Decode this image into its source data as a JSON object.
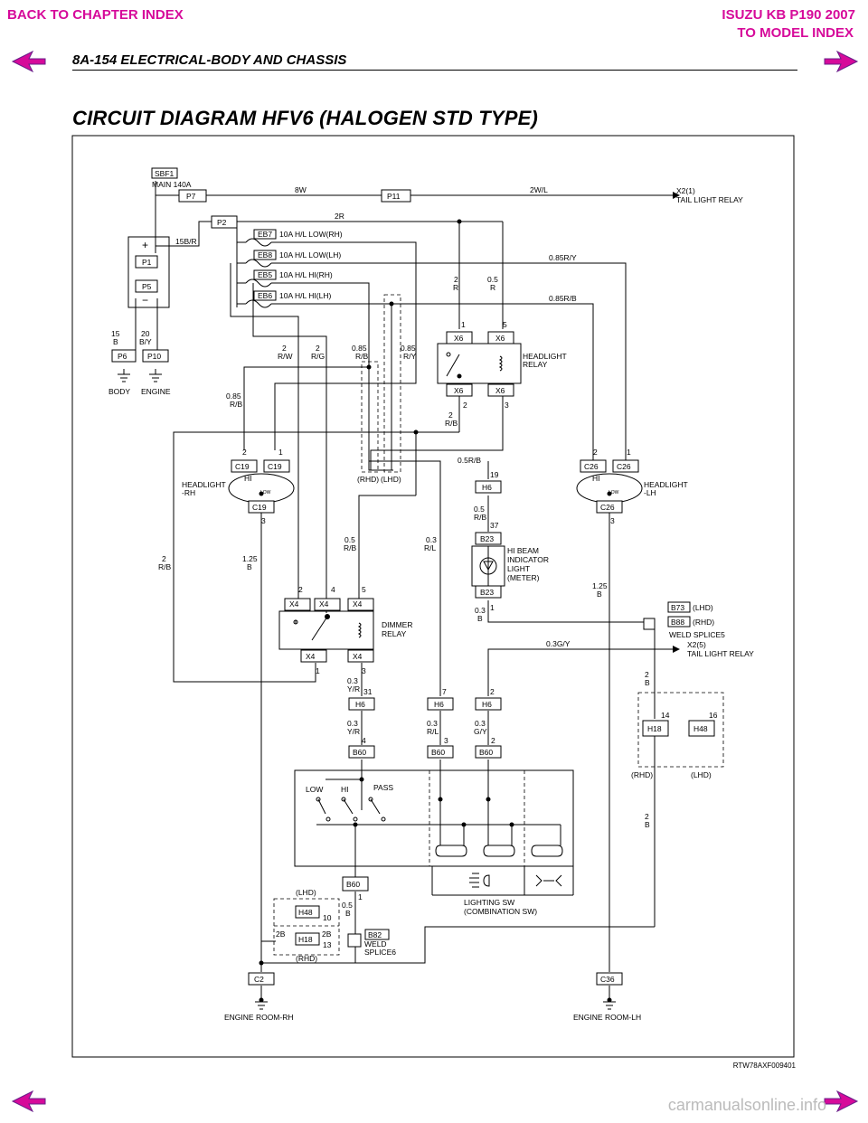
{
  "nav": {
    "back_label": "BACK TO CHAPTER INDEX",
    "model_title": "ISUZU KB P190 2007",
    "model_label": "TO MODEL INDEX",
    "arrow_color": "#d60a9a"
  },
  "header": {
    "page_title": "8A-154  ELECTRICAL-BODY AND CHASSIS"
  },
  "diagram": {
    "title": "CIRCUIT DIAGRAM HFV6 (HALOGEN STD TYPE)",
    "figure_id": "RTW78AXF009401",
    "labels": {
      "sbf1": "SBF1",
      "main140a": "MAIN 140A",
      "p7": "P7",
      "w8": "8W",
      "p11": "P11",
      "w2wl": "2W/L",
      "x2_1": "X2(1)",
      "tail_relay_1": "TAIL LIGHT RELAY",
      "p2": "P2",
      "r2": "2R",
      "b15r": "15B/R",
      "eb7": "EB7",
      "eb7_t": "10A H/L LOW(RH)",
      "eb8": "EB8",
      "eb8_t": "10A H/L LOW(LH)",
      "eb5": "EB5",
      "eb5_t": "10A H/L HI(RH)",
      "eb6": "EB6",
      "eb6_t": "10A H/L HI(LH)",
      "plus": "+",
      "minus": "−",
      "p1": "P1",
      "p5": "P5",
      "w085ry": "0.85R/Y",
      "w085rb": "0.85R/B",
      "n15": "15",
      "cB": "B",
      "n20": "20",
      "cBY": "B/Y",
      "p6": "P6",
      "p10": "P10",
      "body": "BODY",
      "engine": "ENGINE",
      "n2": "2",
      "cRW": "R/W",
      "cRG": "R/G",
      "n085": "0.85",
      "cRB": "R/B",
      "cRY": "R/Y",
      "cR": "R",
      "n05": "0.5",
      "n1": "1",
      "n5": "5",
      "x6": "X6",
      "headlight_relay_1": "HEADLIGHT",
      "headlight_relay_2": "RELAY",
      "n3": "3",
      "w05rb": "0.5R/B",
      "rhd": "(RHD)",
      "lhd": "(LHD)",
      "c19": "C19",
      "c26": "C26",
      "hi": "HI",
      "low_small": "LOW",
      "hl_rh_1": "HEADLIGHT",
      "hl_rh_2": "-RH",
      "hl_lh_1": "HEADLIGHT",
      "hl_lh_2": "-LH",
      "n19": "19",
      "h6": "H6",
      "n37": "37",
      "b23": "B23",
      "hibeam_1": "HI BEAM",
      "hibeam_2": "INDICATOR",
      "hibeam_3": "LIGHT",
      "hibeam_4": "(METER)",
      "n03": "0.3",
      "cRL": "R/L",
      "n125": "1.25",
      "n4": "4",
      "x4": "X4",
      "dimmer_1": "DIMMER",
      "dimmer_2": "RELAY",
      "b73": "B73",
      "b88": "B88",
      "weld5": "WELD SPLICE5",
      "w03gy": "0.3G/Y",
      "x2_5": "X2(5)",
      "tail_relay_5": "TAIL LIGHT RELAY",
      "n31": "31",
      "cYR": "Y/R",
      "n7": "7",
      "cGY": "G/Y",
      "h18": "H18",
      "h48": "H48",
      "n14": "14",
      "n16": "16",
      "b60": "B60",
      "sw_low": "LOW",
      "sw_hi": "HI",
      "sw_pass": "PASS",
      "lighting_sw_1": "LIGHTING SW",
      "lighting_sw_2": "(COMBINATION SW)",
      "n10": "10",
      "n13": "13",
      "n2B": "2B",
      "b82": "B82",
      "weld6_1": "WELD",
      "weld6_2": "SPLICE6",
      "c2": "C2",
      "c36": "C36",
      "engine_rh": "ENGINE ROOM-RH",
      "engine_lh": "ENGINE ROOM-LH"
    }
  },
  "watermark": "carmanualsonline.info"
}
